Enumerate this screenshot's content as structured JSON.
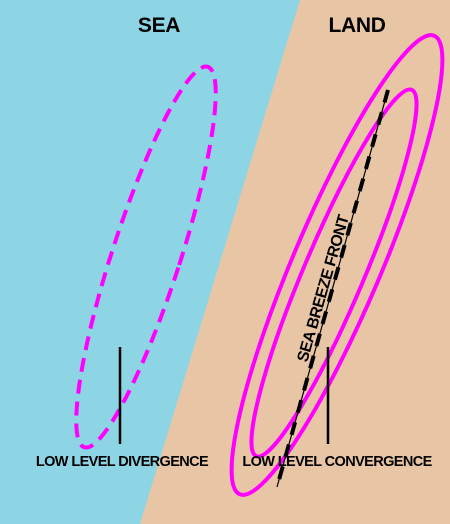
{
  "regions": {
    "sea_label": "SEA",
    "land_label": "LAND"
  },
  "annotations": {
    "front_label": "SEA BREEZE FRONT",
    "divergence_label": "LOW LEVEL DIVERGENCE",
    "convergence_label": "LOW LEVEL CONVERGENCE"
  },
  "colors": {
    "sea": "#8dd5e5",
    "land": "#e8c6a5",
    "contour": "#ff00ff",
    "line": "#000000"
  }
}
